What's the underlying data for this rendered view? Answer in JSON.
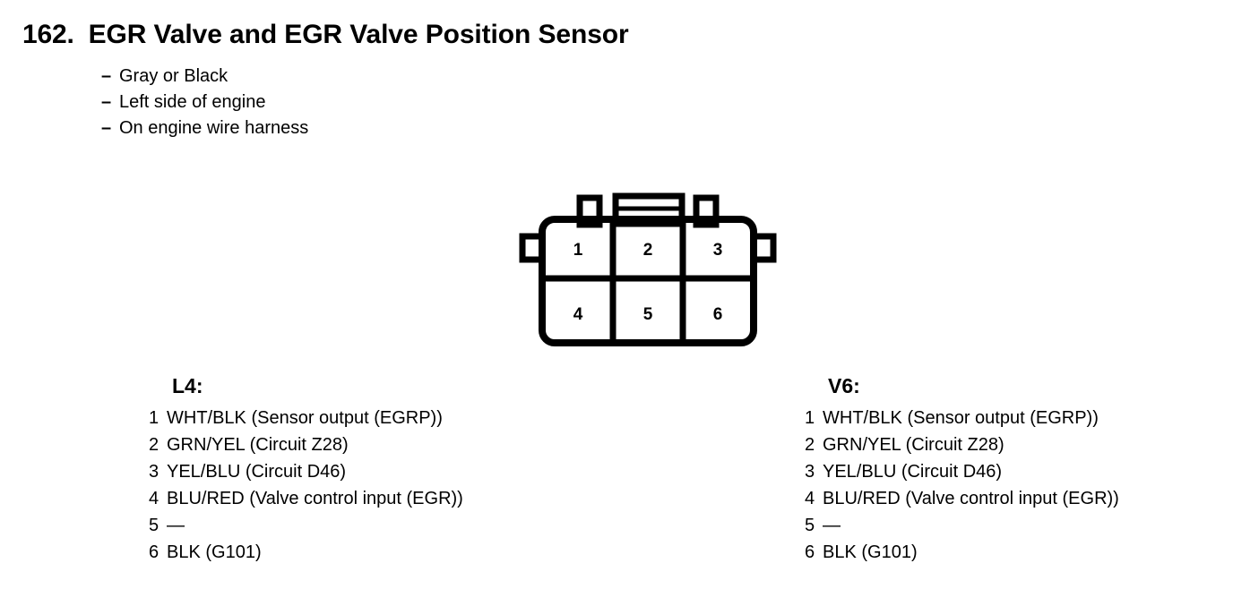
{
  "page": {
    "section_number": "162.",
    "title": "EGR Valve and EGR Valve Position Sensor"
  },
  "notes": [
    {
      "dash": "–",
      "label": "Gray or Black"
    },
    {
      "dash": "–",
      "label": "Left side of engine"
    },
    {
      "dash": "–",
      "label": "On engine wire harness"
    }
  ],
  "connector": {
    "name": "6-pin-connector",
    "rows": 2,
    "columns": 3,
    "pins": [
      {
        "number": "1"
      },
      {
        "number": "2"
      },
      {
        "number": "3"
      },
      {
        "number": "4"
      },
      {
        "number": "5"
      },
      {
        "number": "6"
      }
    ]
  },
  "pinouts": [
    {
      "heading": "L4:",
      "variant": "l4",
      "rows": [
        {
          "index": "1",
          "desc": "WHT/BLK (Sensor output (EGRP))"
        },
        {
          "index": "2",
          "desc": "GRN/YEL (Circuit Z28)"
        },
        {
          "index": "3",
          "desc": "YEL/BLU (Circuit D46)"
        },
        {
          "index": "4",
          "desc": "BLU/RED (Valve control input (EGR))"
        },
        {
          "index": "5",
          "desc": "—"
        },
        {
          "index": "6",
          "desc": "BLK (G101)"
        }
      ]
    },
    {
      "heading": "V6:",
      "variant": "v6",
      "rows": [
        {
          "index": "1",
          "desc": "WHT/BLK (Sensor output (EGRP))"
        },
        {
          "index": "2",
          "desc": "GRN/YEL (Circuit Z28)"
        },
        {
          "index": "3",
          "desc": "YEL/BLU (Circuit D46)"
        },
        {
          "index": "4",
          "desc": "BLU/RED (Valve control input (EGR))"
        },
        {
          "index": "5",
          "desc": "—"
        },
        {
          "index": "6",
          "desc": "BLK (G101)"
        }
      ]
    }
  ],
  "colors": {
    "ink": "#000000",
    "paper": "#ffffff"
  }
}
